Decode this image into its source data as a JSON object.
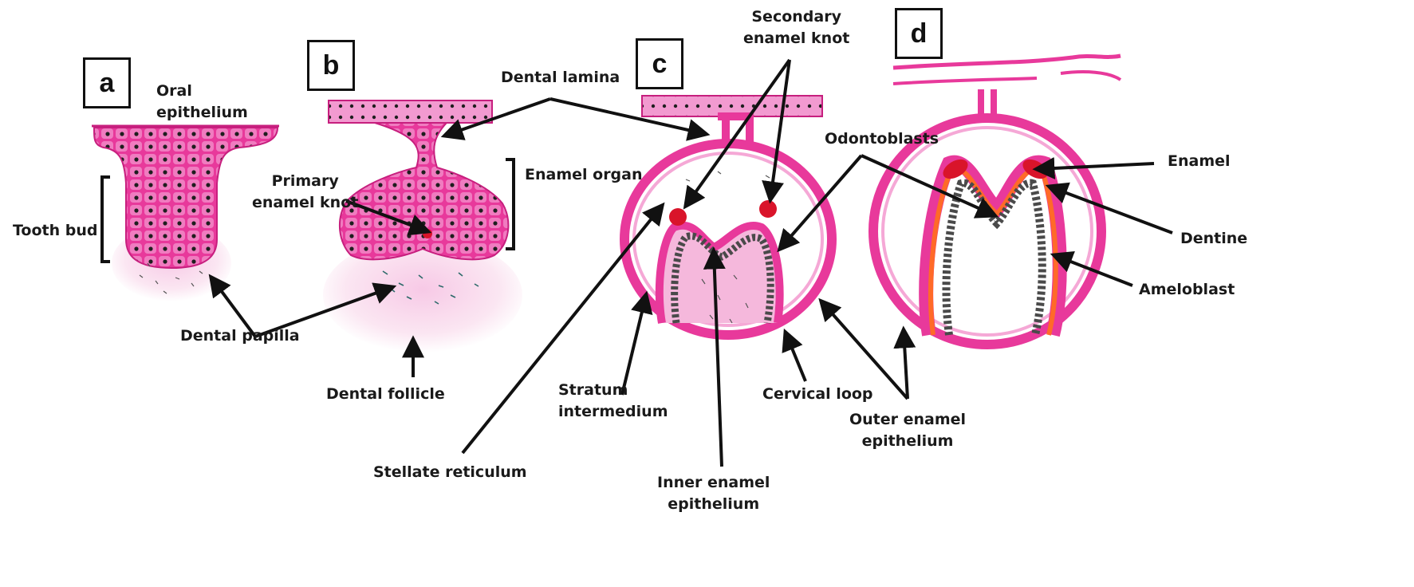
{
  "panels": {
    "a": "a",
    "b": "b",
    "c": "c",
    "d": "d"
  },
  "labels": {
    "oral_epithelium": [
      "Oral",
      "epithelium"
    ],
    "tooth_bud": "Tooth bud",
    "dental_papilla": "Dental papilla",
    "primary_enamel_knot": [
      "Primary",
      "enamel knot"
    ],
    "dental_lamina": "Dental lamina",
    "enamel_organ": "Enamel organ",
    "dental_follicle": "Dental follicle",
    "secondary_enamel_knot": [
      "Secondary",
      "enamel knot"
    ],
    "odontoblasts": "Odontoblasts",
    "enamel": "Enamel",
    "dentine": "Dentine",
    "ameloblast": "Ameloblast",
    "stratum_intermedium": [
      "Stratum",
      "intermedium"
    ],
    "cervical_loop": "Cervical loop",
    "outer_enamel_epithelium": [
      "Outer enamel",
      "epithelium"
    ],
    "stellate_reticulum": "Stellate reticulum",
    "inner_enamel_epithelium": [
      "Inner enamel",
      "epithelium"
    ]
  },
  "colors": {
    "tissue_pink": "#e8399b",
    "tissue_light": "#f6b8dc",
    "nucleus": "#1e1e1e",
    "enamel_knot": "#d9142a",
    "dentine_orange": "#ff6a28",
    "odontoblast_gray": "#4a4a4a",
    "arrow": "#111111"
  }
}
